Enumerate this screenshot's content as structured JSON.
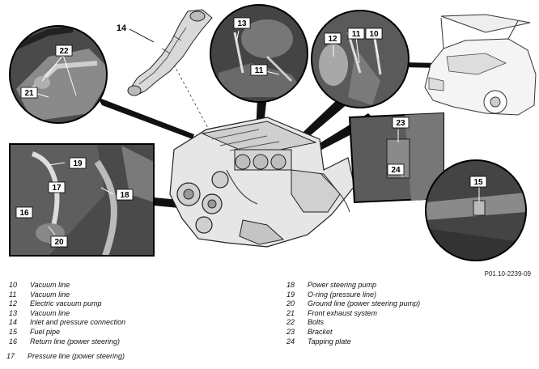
{
  "figure": {
    "reference_code": "P01.10-2239-09",
    "callouts": [
      "10",
      "11",
      "12",
      "13",
      "14",
      "15",
      "16",
      "17",
      "18",
      "19",
      "20",
      "21",
      "22",
      "23",
      "24"
    ]
  },
  "legend": {
    "left": [
      {
        "num": "10",
        "text": "Vacuum line"
      },
      {
        "num": "11",
        "text": "Vacuum line"
      },
      {
        "num": "12",
        "text": "Electric vacuum pump"
      },
      {
        "num": "13",
        "text": "Vacuum line"
      },
      {
        "num": "14",
        "text": "Inlet and pressure connection"
      },
      {
        "num": "15",
        "text": "Fuel pipe"
      },
      {
        "num": "16",
        "text": "Return line (power steering)"
      }
    ],
    "right": [
      {
        "num": "18",
        "text": "Power steering pump"
      },
      {
        "num": "19",
        "text": "O-ring (pressure line)"
      },
      {
        "num": "20",
        "text": "Ground line (power steering pump)"
      },
      {
        "num": "21",
        "text": "Front exhaust system"
      },
      {
        "num": "22",
        "text": "Bolts"
      },
      {
        "num": "23",
        "text": "Bracket"
      },
      {
        "num": "24",
        "text": "Tapping plate"
      }
    ],
    "extra": {
      "num": "17",
      "text": "Pressure line (power steering)"
    }
  }
}
